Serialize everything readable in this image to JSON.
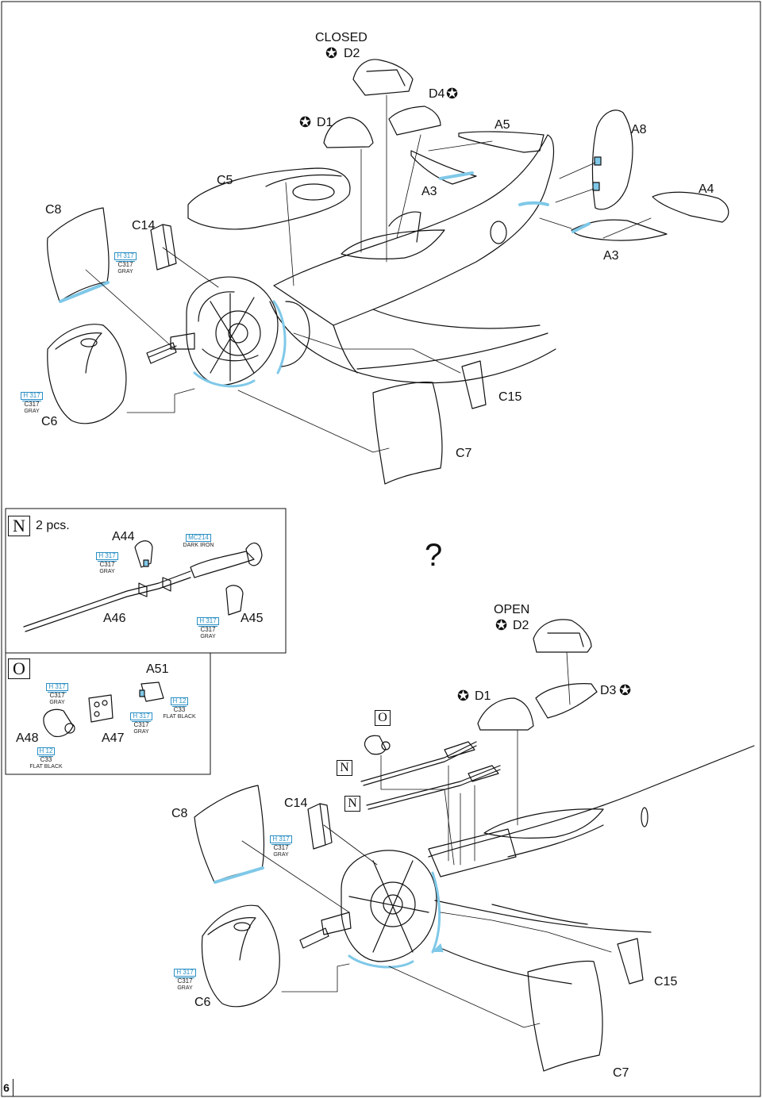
{
  "page_number": "6",
  "labels": {
    "closed": "CLOSED",
    "open": "OPEN",
    "d1": "D1",
    "d2": "D2",
    "d3": "D3",
    "d4": "D4",
    "a3": "A3",
    "a4": "A4",
    "a5": "A5",
    "a8": "A8",
    "c5": "C5",
    "c6": "C6",
    "c7": "C7",
    "c8": "C8",
    "c14": "C14",
    "c15": "C15",
    "a44": "A44",
    "a45": "A45",
    "a46": "A46",
    "a47": "A47",
    "a48": "A48",
    "a51": "A51",
    "question": "?",
    "qty": "2 pcs."
  },
  "badges": {
    "n": "N",
    "o": "O"
  },
  "paints": {
    "gray": {
      "h": "H 317",
      "c": "C317",
      "name": "GRAY"
    },
    "dark_iron": {
      "mc": "MC214",
      "name": "DARK IRON"
    },
    "flat_black": {
      "h": "H 12",
      "c": "C33",
      "name": "FLAT BLACK"
    }
  },
  "colors": {
    "accent": "#7fc8e8",
    "ink": "#111111",
    "paint_code": "#2a8fc4"
  }
}
